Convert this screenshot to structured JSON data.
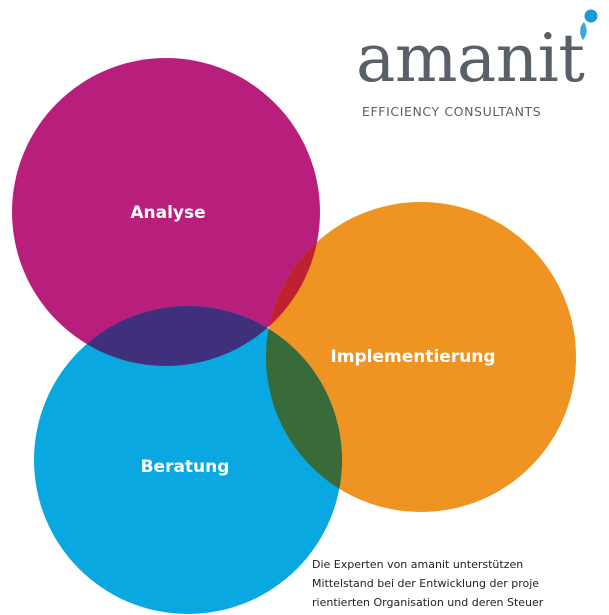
{
  "logo": {
    "wordmark": "amanit",
    "tagline": "EFFICIENCY CONSULTANTS"
  },
  "diagram": {
    "circles": [
      {
        "label": "Analyse",
        "color": "#b81f7d"
      },
      {
        "label": "Implementierung",
        "color": "#ef9422"
      },
      {
        "label": "Beratung",
        "color": "#0aa8e0"
      }
    ],
    "overlap_colors": {
      "analyse_beratung": "#40307c",
      "analyse_implementierung": "#c02130",
      "beratung_implementierung": "#386a3a"
    }
  },
  "description": {
    "lines": [
      "Die Experten von amanit unterstützen",
      "Mittelstand bei der Entwicklung der proje",
      "rientierten Organisation und deren Steuer"
    ]
  },
  "colors": {
    "logo_gray": "#5a6068",
    "logo_accent": "#1a9ad6"
  }
}
